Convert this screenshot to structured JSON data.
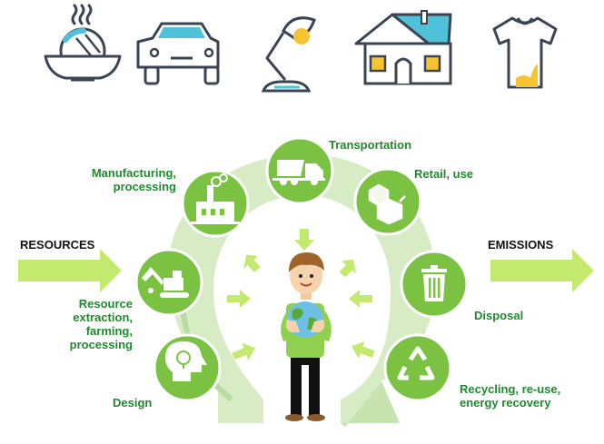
{
  "top_icons": [
    {
      "name": "food-bowl-icon"
    },
    {
      "name": "car-icon"
    },
    {
      "name": "desk-lamp-icon"
    },
    {
      "name": "house-icon"
    },
    {
      "name": "tshirt-icon"
    }
  ],
  "labels": {
    "resources": "RESOURCES",
    "emissions": "EMISSIONS",
    "transportation": "Transportation",
    "retail": "Retail, use",
    "manufacturing": "Manufacturing,\nprocessing",
    "extraction": "Resource\nextraction,\nfarming,\nprocessing",
    "design": "Design",
    "disposal": "Disposal",
    "recycling": "Recycling, re-use,\nenergy recovery"
  },
  "stage_icons": [
    "truck-icon",
    "boxes-icon",
    "factory-icon",
    "excavator-icon",
    "lightbulb-head-icon",
    "trash-bin-icon",
    "recycle-icon"
  ],
  "colors": {
    "green": "#7cc242",
    "dark_green": "#1f8a2e",
    "light_green": "#cfe8b5",
    "arrow_green": "#b6e36a",
    "icon_grey": "#3b4453",
    "accent_blue": "#4fc1d8",
    "accent_yellow": "#f7c431"
  }
}
